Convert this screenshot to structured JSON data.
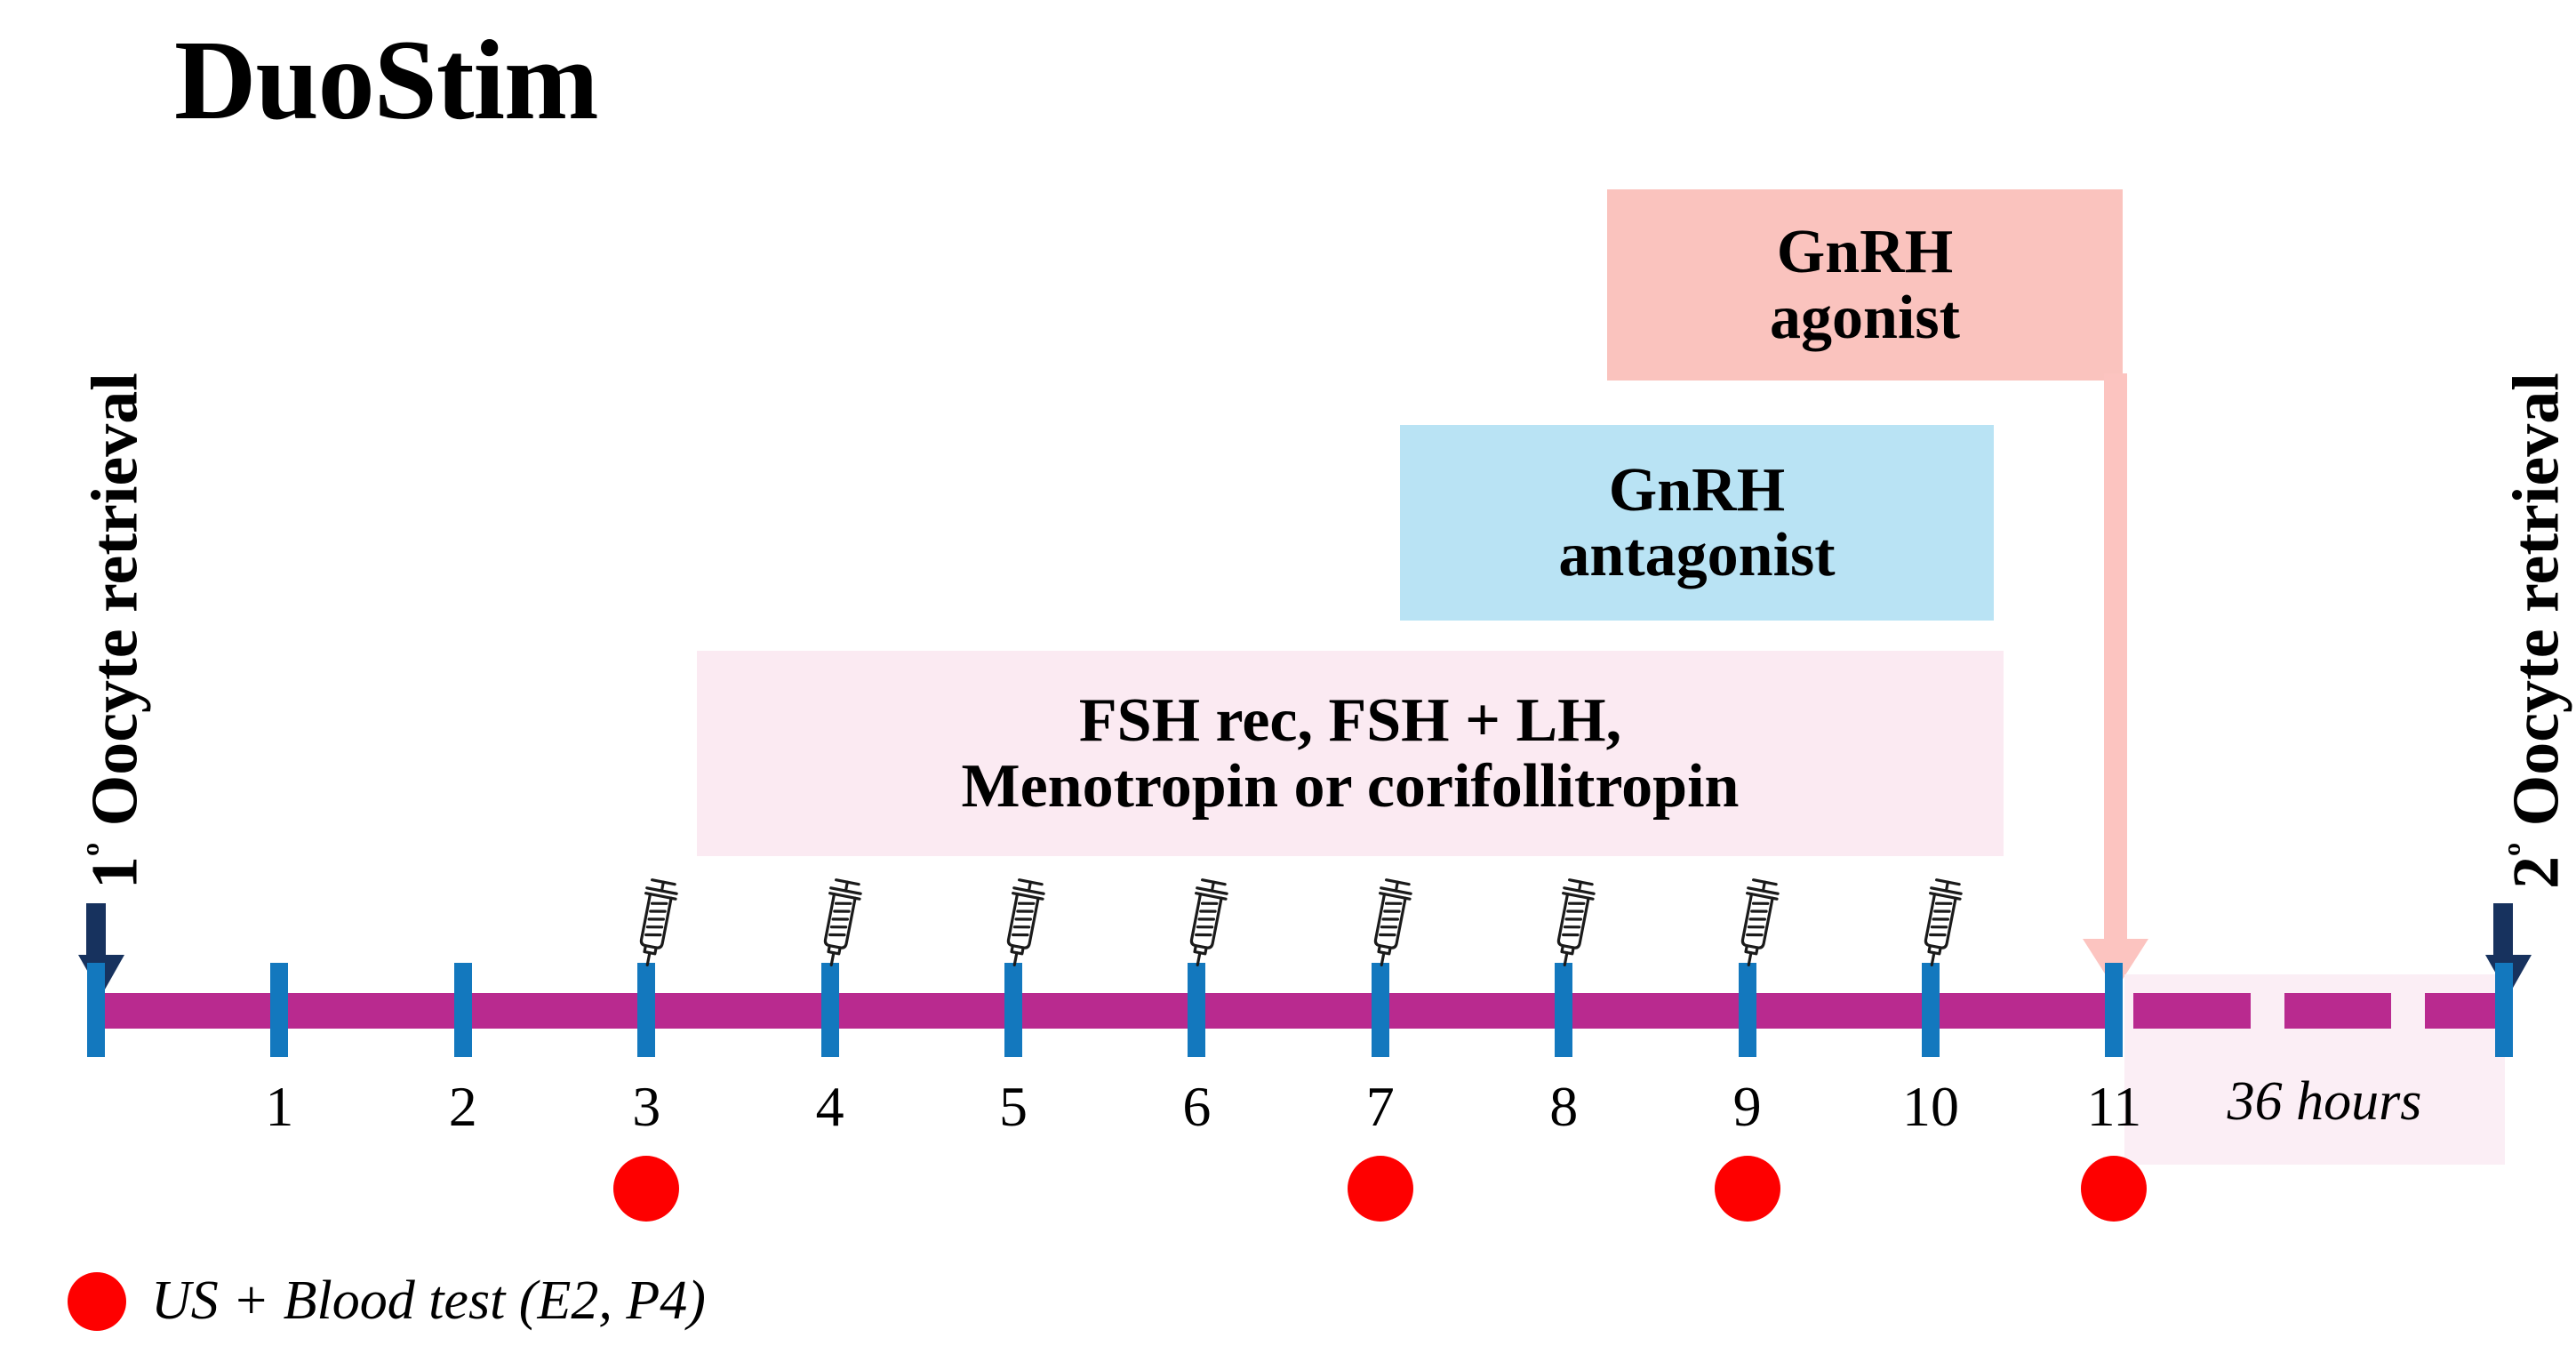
{
  "title": "DuoStim",
  "labels": {
    "left_retrieval_prefix": "1",
    "left_retrieval_sup": "º",
    "left_retrieval_text": " Oocyte retrieval",
    "right_retrieval_prefix": "2",
    "right_retrieval_sup": "º",
    "right_retrieval_text": " Oocyte retrieval",
    "left_retrieval_full": "1º Oocyte retrieval",
    "right_retrieval_full": "2º Oocyte retrieval"
  },
  "boxes": {
    "agonist": {
      "line1": "GnRH",
      "line2": "agonist",
      "color": "#fac3be"
    },
    "antagonist": {
      "line1": "GnRH",
      "line2": "antagonist",
      "color": "#b9e3f4"
    },
    "stimulation": {
      "line1": "FSH rec, FSH + LH,",
      "line2": "Menotropin or corifollitropin",
      "color": "#fbeaf2"
    }
  },
  "timeline": {
    "bar_color": "#b92a8f",
    "tick_color": "#1378be",
    "arrow_color": "#17325e",
    "agonist_arrow_color": "#fcc4c0",
    "dot_color": "#fe0000",
    "day_labels": [
      "1",
      "2",
      "3",
      "4",
      "5",
      "6",
      "7",
      "8",
      "9",
      "10",
      "11"
    ],
    "syringe_days": [
      3,
      4,
      5,
      6,
      7,
      8,
      9,
      10
    ],
    "monitoring_days": [
      3,
      7,
      9,
      11
    ],
    "interval_label": "36 hours"
  },
  "legend": {
    "marker": "red-circle",
    "text": "US + Blood test (E2, P4)"
  },
  "icons": {
    "syringe": "syringe-icon",
    "down_arrow": "down-arrow-icon",
    "red_dot": "red-dot-icon"
  }
}
